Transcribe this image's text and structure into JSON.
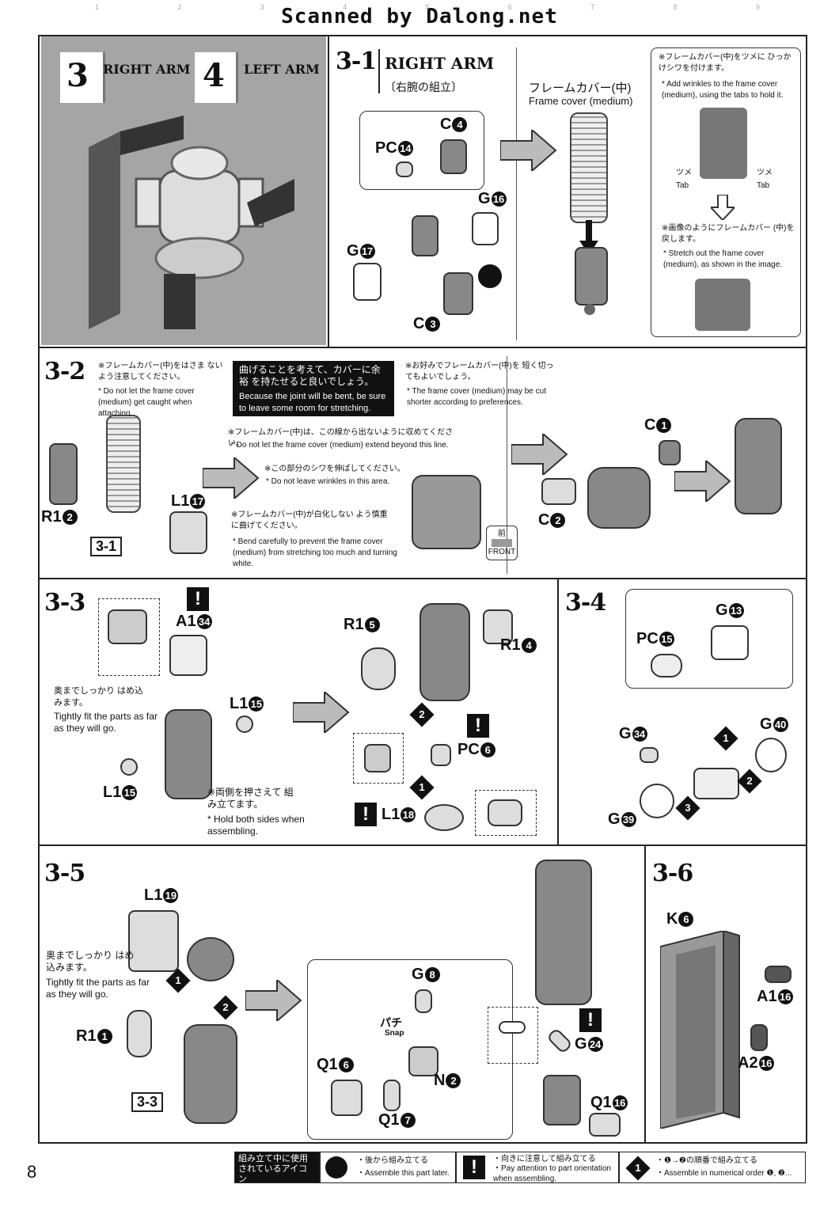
{
  "watermark": "Scanned by Dalong.net",
  "page_number": "8",
  "header": {
    "step3_num": "3",
    "step3_label": "RIGHT ARM",
    "step4_num": "4",
    "step4_label": "LEFT ARM"
  },
  "s31": {
    "title": "3-1",
    "name": "RIGHT ARM",
    "name_jp": "〔右腕の組立〕",
    "cover_jp": "フレームカバー(中)",
    "cover_en": "Frame cover (medium)",
    "note1_jp": "※フレームカバー(中)をツメに ひっかけシワを付けます。",
    "note1_en": "* Add wrinkles to the frame cover (medium), using the tabs to hold it.",
    "tab_jp": "ツメ",
    "tab_en": "Tab",
    "note2_jp": "※画像のようにフレームカバー (中)を戻します。",
    "note2_en": "* Stretch out the frame cover (medium), as shown in the image.",
    "parts": {
      "c4": "C",
      "c4n": "4",
      "pc14": "PC",
      "pc14n": "14",
      "g16": "G",
      "g16n": "16",
      "g17": "G",
      "g17n": "17",
      "c3": "C",
      "c3n": "3"
    }
  },
  "s32": {
    "title": "3-2",
    "note1_jp": "※フレームカバー(中)をはさま ないよう注意してください。",
    "note1_en": "* Do not let the frame cover (medium) get caught when attaching.",
    "black_jp": "曲げることを考えて、カバーに余裕 を持たせると良いでしょう。",
    "black_en": "Because the joint will be bent, be sure to leave some room for stretching.",
    "note2_jp": "※お好みでフレームカバー(中)を 短く切ってもよいでしょう。",
    "note2_en": "* The frame cover (medium) may be cut shorter according to preferences.",
    "note3_jp": "※フレームカバー(中)は、この線から出ないように収めてください。",
    "note3_en": "* Do not let the frame cover (medium) extend beyond this line.",
    "note4_jp": "※この部分のシワを伸ばしてください。",
    "note4_en": "* Do not leave wrinkles in this area.",
    "note5_jp": "※フレームカバー(中)が白化しない よう慎重に曲げてください。",
    "note5_en": "* Bend carefully to prevent the frame cover (medium) from stretching too much and turning white.",
    "front_jp": "前",
    "front_en": "FRONT",
    "ref": "3-1",
    "parts": {
      "r12": "R1",
      "r12n": "2",
      "l117": "L1",
      "l117n": "17",
      "c1": "C",
      "c1n": "1",
      "c2": "C",
      "c2n": "2"
    }
  },
  "s33": {
    "title": "3-3",
    "fit_jp": "奥までしっかり はめ込みます。",
    "fit_en": "Tightly fit the parts as far as they will go.",
    "hold_jp": "※両側を押さえて 組み立てます。",
    "hold_en": "* Hold both sides when assembling.",
    "parts": {
      "a134": "A1",
      "a134n": "34",
      "l115a": "L1",
      "l115an": "15",
      "l115b": "L1",
      "l115bn": "15",
      "r15": "R1",
      "r15n": "5",
      "r14": "R1",
      "r14n": "4",
      "pc6": "PC",
      "pc6n": "6",
      "l118": "L1",
      "l118n": "18"
    }
  },
  "s34": {
    "title": "3-4",
    "parts": {
      "g13": "G",
      "g13n": "13",
      "pc15": "PC",
      "pc15n": "15",
      "g34": "G",
      "g34n": "34",
      "g40": "G",
      "g40n": "40",
      "g39": "G",
      "g39n": "39"
    }
  },
  "s35": {
    "title": "3-5",
    "fit_jp": "奥までしっかり はめ込みます。",
    "fit_en": "Tightly fit the parts as far as they will go.",
    "snap_jp": "パチ",
    "snap_en": "Snap",
    "ref": "3-3",
    "parts": {
      "l119": "L1",
      "l119n": "19",
      "r11": "R1",
      "r11n": "1",
      "g8": "G",
      "g8n": "8",
      "n2": "N",
      "n2n": "2",
      "q16": "Q1",
      "q16n": "6",
      "q17": "Q1",
      "q17n": "7",
      "g24": "G",
      "g24n": "24",
      "q116": "Q1",
      "q116n": "16"
    }
  },
  "s36": {
    "title": "3-6",
    "parts": {
      "k6": "K",
      "k6n": "6",
      "a116": "A1",
      "a116n": "16",
      "a216": "A2",
      "a216n": "16"
    }
  },
  "legend": {
    "title_jp": "組み立て中に使用 されているアイコン",
    "title_en": "Symbols used in instructions",
    "later_jp": "・後から組み立てる",
    "later_en": "・Assemble this part later.",
    "orient_jp": "・向きに注意して組み立てる",
    "orient_en": "・Pay attention to part orientation when assembling.",
    "order_jp": "・❶→❷の順番で組み立てる",
    "order_en": "・Assemble in numerical order ❶, ❷..."
  }
}
